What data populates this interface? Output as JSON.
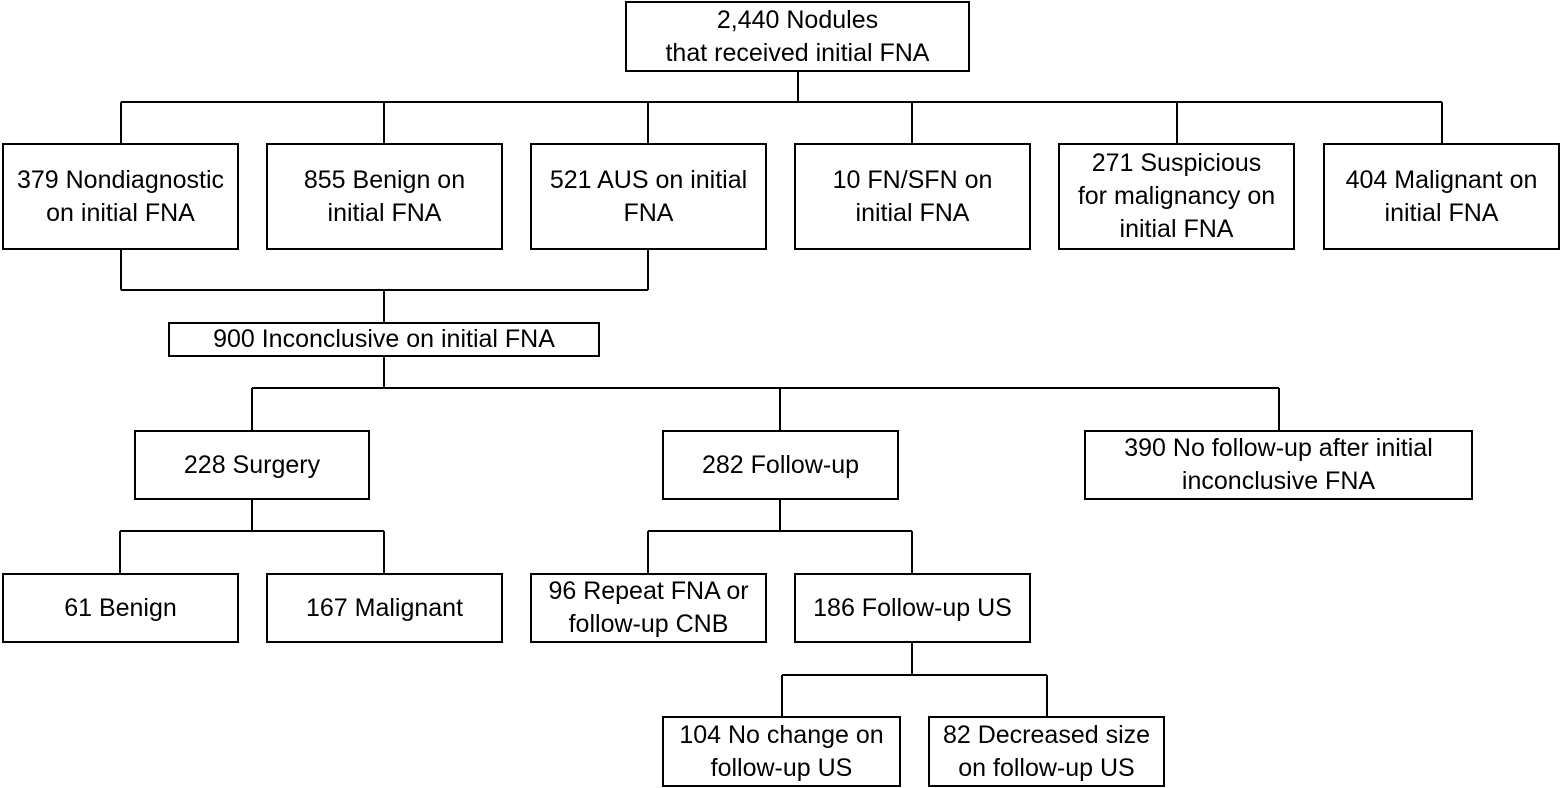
{
  "flowchart": {
    "root": "2,440 Nodules\nthat received initial FNA",
    "initial_results": {
      "nondiagnostic": "379 Nondiagnostic\non initial FNA",
      "benign": "855 Benign on\ninitial FNA",
      "aus": "521 AUS on initial\nFNA",
      "fn_sfn": "10 FN/SFN on\ninitial FNA",
      "suspicious": "271 Suspicious\nfor malignancy on\ninitial FNA",
      "malignant": "404 Malignant on\ninitial FNA"
    },
    "inconclusive": "900 Inconclusive on initial FNA",
    "management": {
      "surgery": "228 Surgery",
      "follow_up": "282 Follow-up",
      "no_follow_up": "390 No follow-up after initial\ninconclusive FNA"
    },
    "surgery_outcomes": {
      "benign": "61 Benign",
      "malignant": "167 Malignant"
    },
    "follow_up_types": {
      "repeat_fna": "96 Repeat FNA or\nfollow-up CNB",
      "follow_up_us": "186 Follow-up US"
    },
    "us_outcomes": {
      "no_change": "104 No change on\nfollow-up US",
      "decreased": "82 Decreased size\non follow-up US"
    }
  }
}
